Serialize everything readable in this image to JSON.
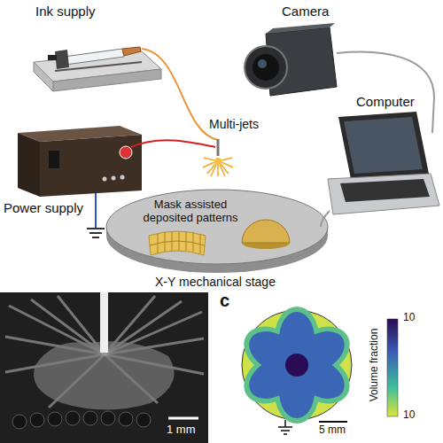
{
  "diagram": {
    "labels": [
      "Ink supply",
      "Camera",
      "Multi-jets",
      "Computer",
      "Power supply",
      "Mask assisted deposited patterns",
      "X-Y mechanical stage",
      "1 mm",
      "c",
      "Volume fraction",
      "10",
      "10",
      "5 mm"
    ]
  }
}
